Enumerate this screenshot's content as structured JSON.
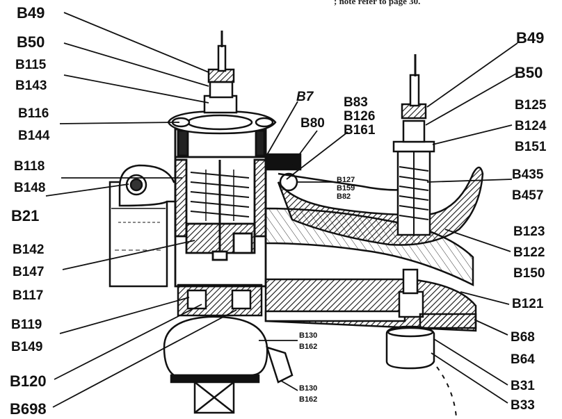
{
  "header_fragment": "; note refer to page 30.",
  "labels": {
    "l_b49": "B49",
    "l_b50": "B50",
    "l_b115": "B115",
    "l_b143": "B143",
    "l_b116": "B116",
    "l_b144": "B144",
    "l_b118": "B118",
    "l_b148": "B148",
    "l_b21": "B21",
    "l_b142": "B142",
    "l_b147": "B147",
    "l_b117": "B117",
    "l_b119": "B119",
    "l_b149": "B149",
    "l_b120": "B120",
    "l_b698": "B698",
    "l_b7": "B7",
    "l_b80": "B80",
    "l_b83": "B83",
    "l_b126": "B126",
    "l_b161": "B161",
    "l_b127": "B127",
    "l_b159": "B159",
    "l_b82": "B82",
    "l_b130a": "B130",
    "l_b162a": "B162",
    "l_b130b": "B130",
    "l_b162b": "B162",
    "r_b49": "B49",
    "r_b50": "B50",
    "r_b125": "B125",
    "r_b124": "B124",
    "r_b151": "B151",
    "r_b435": "B435",
    "r_b457": "B457",
    "r_b123": "B123",
    "r_b122": "B122",
    "r_b150": "B150",
    "r_b121": "B121",
    "r_b68": "B68",
    "r_b64": "B64",
    "r_b31": "B31",
    "r_b33": "B33"
  }
}
